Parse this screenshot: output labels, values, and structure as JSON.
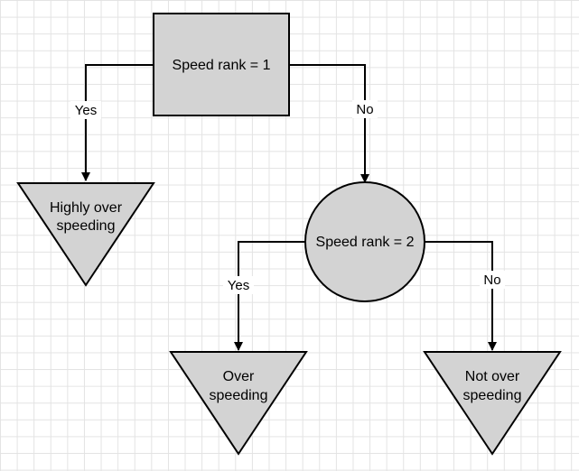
{
  "nodes": {
    "root": {
      "label": "Speed rank = 1"
    },
    "decision2": {
      "label": "Speed rank = 2"
    },
    "highly_over": {
      "label_lines": [
        "Highly over",
        "speeding"
      ]
    },
    "over": {
      "label_lines": [
        "Over",
        "speeding"
      ]
    },
    "not_over": {
      "label_lines": [
        "Not over",
        "speeding"
      ]
    }
  },
  "edges": {
    "root_yes": "Yes",
    "root_no": "No",
    "d2_yes": "Yes",
    "d2_no": "No"
  },
  "colors": {
    "node_fill": "#d3d3d3",
    "stroke": "#000000",
    "grid": "#e3e3e3"
  }
}
